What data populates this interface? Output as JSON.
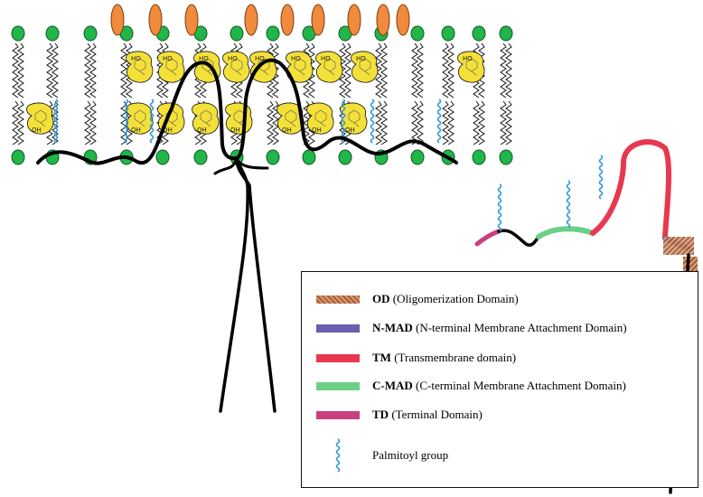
{
  "legend": {
    "items": [
      {
        "key": "od",
        "abbr": "OD",
        "text": "(Oligomerization Domain)",
        "color": "#b5582a"
      },
      {
        "key": "nmad",
        "abbr": "N-MAD",
        "text": "(N-terminal Membrane Attachment Domain)",
        "color": "#6a5fb0"
      },
      {
        "key": "tm",
        "abbr": "TM",
        "text": "(Transmembrane domain)",
        "color": "#e8384f"
      },
      {
        "key": "cmad",
        "abbr": "C-MAD",
        "text": "(C-terminal Membrane Attachment Domain)",
        "color": "#6ccf86"
      },
      {
        "key": "td",
        "abbr": "TD",
        "text": "(Terminal Domain)",
        "color": "#c8407e"
      }
    ],
    "palmitoyl_label": "Palmitoyl group",
    "palmitoyl_color": "#2f9bd6"
  },
  "membrane": {
    "lipid_head_color": "#22b54a",
    "raft_head_color": "#f08a3c",
    "cholesterol_color": "#f3e13a",
    "cholesterol_labels": {
      "top": "HO",
      "bottom": "OH"
    }
  },
  "protein": {
    "chain_color": "#000000"
  }
}
